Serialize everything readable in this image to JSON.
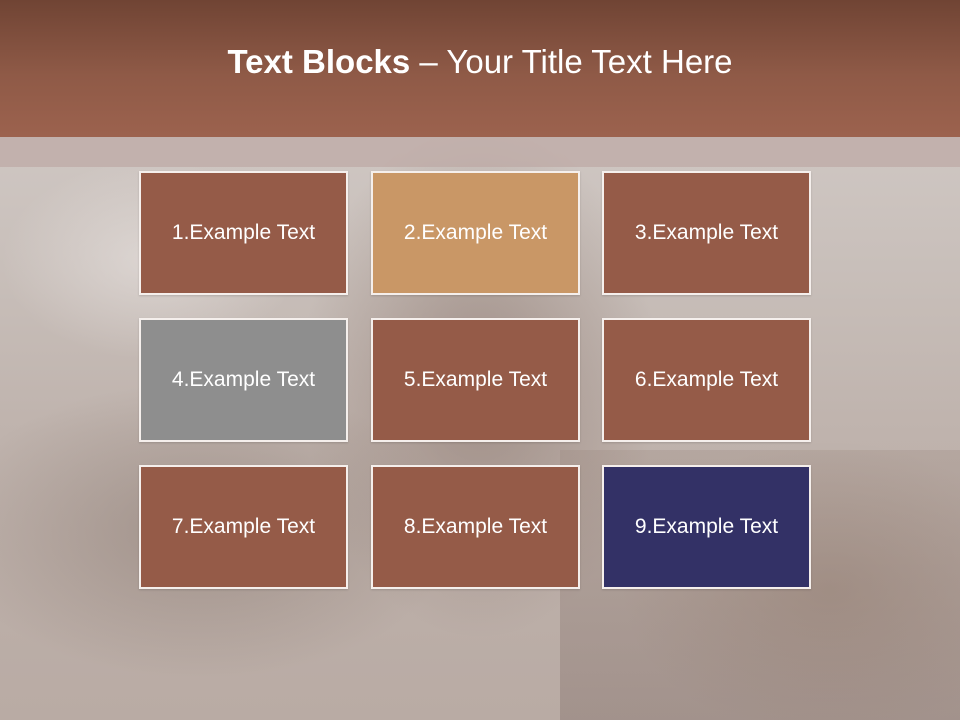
{
  "title": {
    "bold": "Text Blocks",
    "separator": " – ",
    "rest": "Your Title Text Here"
  },
  "colors": {
    "header": "#8f5a47",
    "block_default": "#955b48",
    "block_highlight": "#c99766",
    "block_gray": "#8e8e8e",
    "block_navy": "#333166"
  },
  "blocks": [
    {
      "label": "1.Example Text",
      "color": "#955b48"
    },
    {
      "label": "2.Example Text",
      "color": "#c99766"
    },
    {
      "label": "3.Example Text",
      "color": "#955b48"
    },
    {
      "label": "4.Example Text",
      "color": "#8e8e8e"
    },
    {
      "label": "5.Example Text",
      "color": "#955b48"
    },
    {
      "label": "6.Example Text",
      "color": "#955b48"
    },
    {
      "label": "7.Example Text",
      "color": "#955b48"
    },
    {
      "label": "8.Example Text",
      "color": "#955b48"
    },
    {
      "label": "9.Example Text",
      "color": "#333166"
    }
  ]
}
